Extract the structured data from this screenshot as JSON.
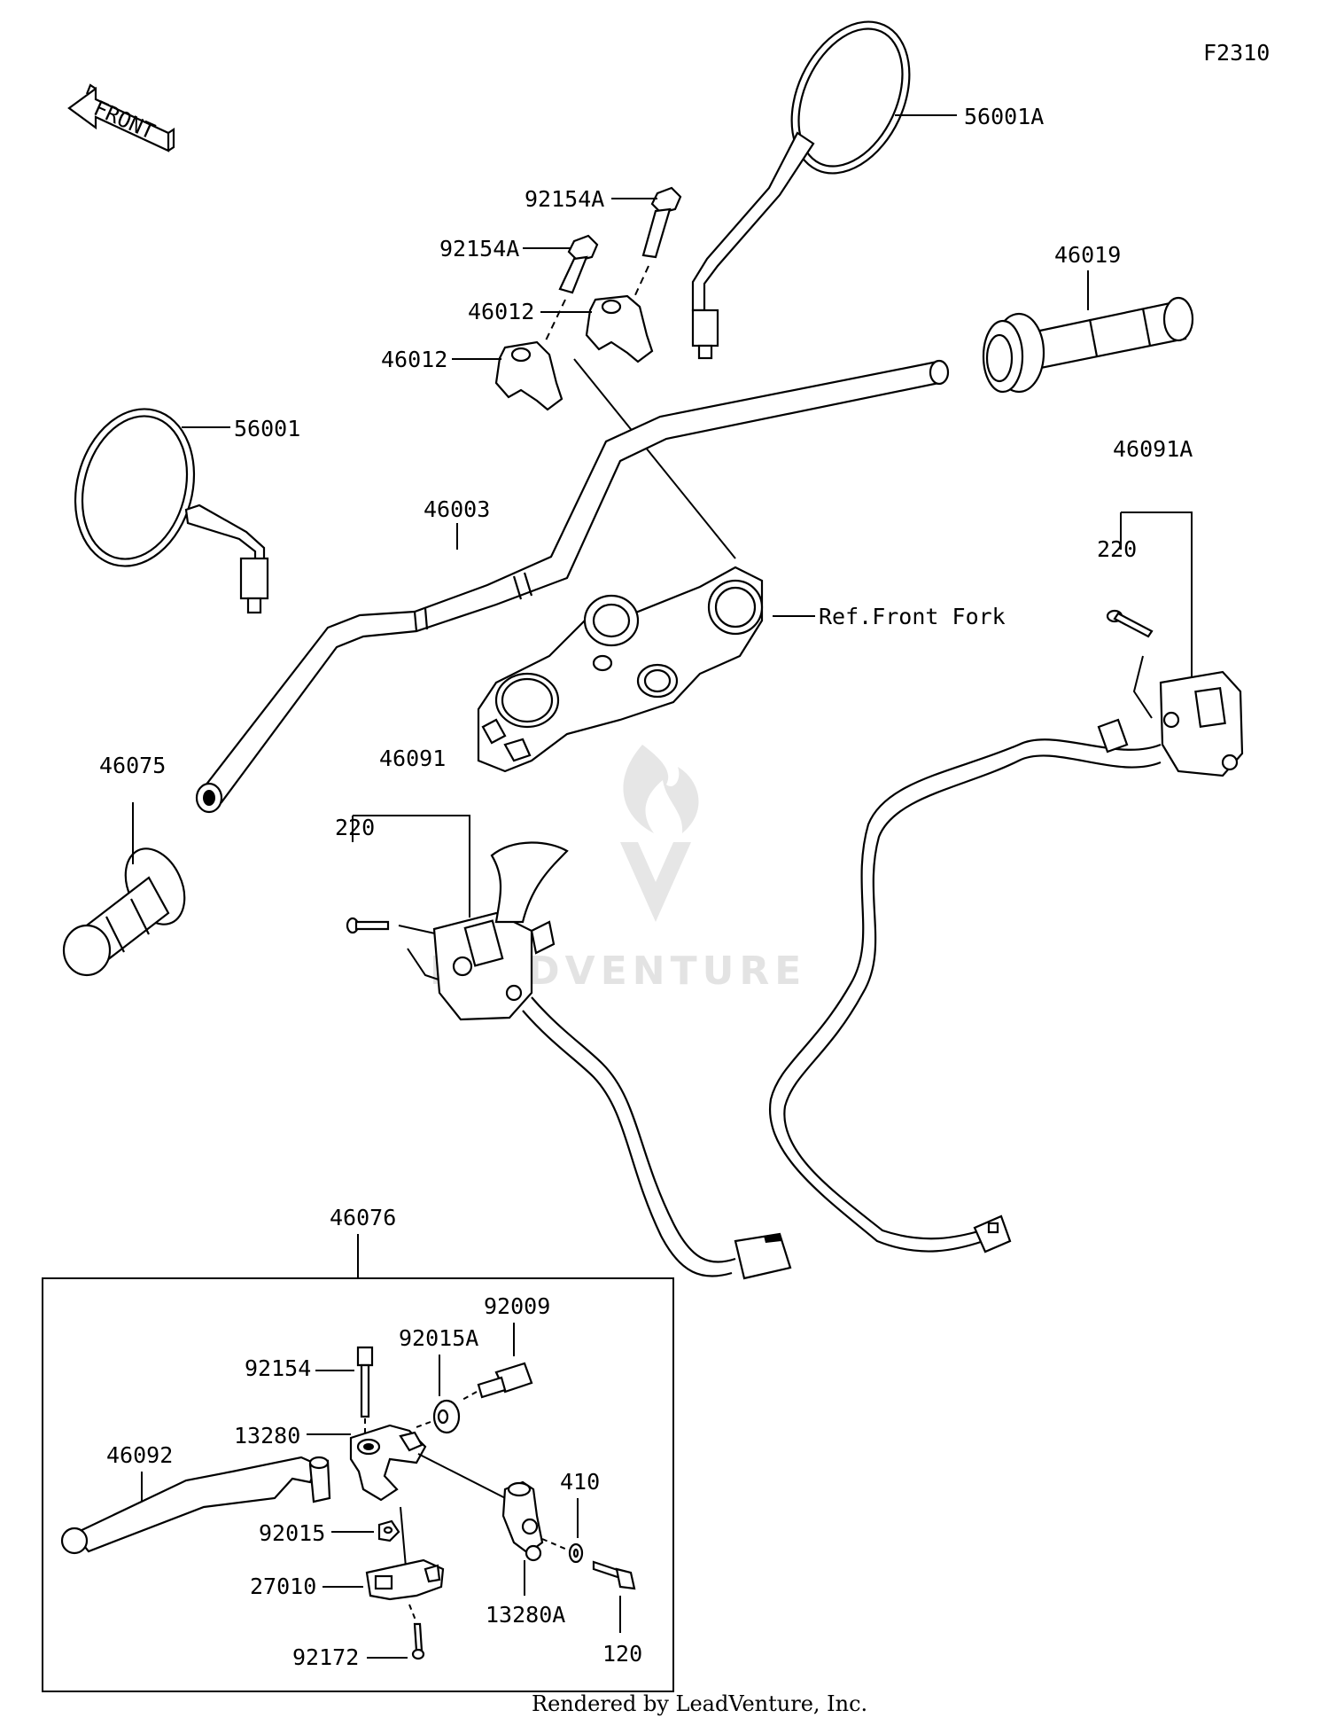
{
  "figure_code": "F2310",
  "front_marker": "FRONT",
  "watermark": "LEADVENTURE",
  "footer": "Rendered by LeadVenture, Inc.",
  "callouts": {
    "mirror_right": "56001A",
    "mirror_left": "56001",
    "bolt_upper_1": "92154A",
    "bolt_upper_2": "92154A",
    "holder_1": "46012",
    "holder_2": "46012",
    "handlebar": "46003",
    "grip_right": "46019",
    "grip_left": "46075",
    "front_fork_ref": "Ref.Front Fork",
    "switch_right": "46091A",
    "screw_right": "220",
    "switch_left": "46091",
    "screw_left": "220",
    "lever_assy": "46076",
    "bolt_92009": "92009",
    "washer_92015A": "92015A",
    "bolt_92154": "92154",
    "holder_13280": "13280",
    "lever_46092": "46092",
    "nut_92015": "92015",
    "switch_27010": "27010",
    "screw_92172": "92172",
    "clamp_13280A": "13280A",
    "washer_410": "410",
    "bolt_120": "120"
  }
}
